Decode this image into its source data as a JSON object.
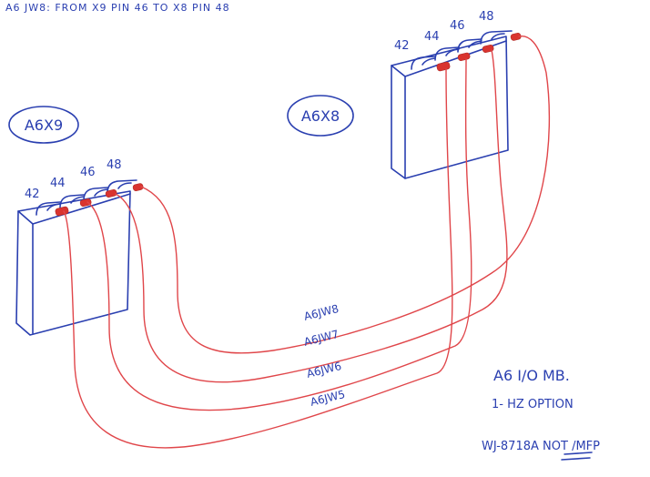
{
  "header_note": "A6 JW8: FROM X9 PIN 46 TO X8 PIN 48",
  "connectors": {
    "left": {
      "label": "A6X9",
      "pins": [
        "42",
        "44",
        "46",
        "48"
      ]
    },
    "right": {
      "label": "A6X8",
      "pins": [
        "42",
        "44",
        "46",
        "48"
      ]
    }
  },
  "wires": [
    "A6JW8",
    "A6JW7",
    "A6JW6",
    "A6JW5"
  ],
  "notes": {
    "line1": "A6 I/O MB.",
    "line2": "1- HZ OPTION",
    "line3_prefix": "WJ-8718A ",
    "line3_emph": "NOT",
    "line3_suffix": " /MFP"
  },
  "colors": {
    "ink": "#2a3fb0",
    "wire": "#e0464a",
    "plug": "#d9342f"
  }
}
